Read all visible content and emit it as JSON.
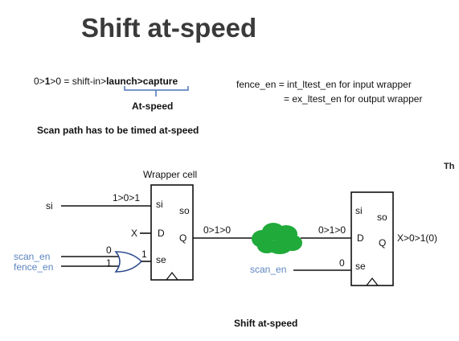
{
  "title": "Shift at-speed",
  "sequence": {
    "prefix": "0>",
    "one": "1",
    "mid": ">0 = shift-in>",
    "launch": "launch",
    "sep": ">",
    "capture": "capture"
  },
  "at_speed_label": "At-speed",
  "scan_path_note": "Scan path has to be timed at-speed",
  "fence_line1": "fence_en = int_ltest_en for input wrapper",
  "fence_line2": "= ex_ltest_en for output wrapper",
  "cutoff_text": "Th",
  "wrapper_cell_label": "Wrapper cell",
  "left_cell": {
    "si": "si",
    "so": "so",
    "d": "D",
    "q": "Q",
    "se": "se"
  },
  "right_cell": {
    "si": "si",
    "so": "so",
    "d": "D",
    "q": "Q",
    "se": "se"
  },
  "signals": {
    "si": "si",
    "si_value": "1>0>1",
    "x": "X",
    "scan_en": "scan_en",
    "fence_en": "fence_en",
    "or_in0": "0",
    "or_in1": "1",
    "or_out": "1",
    "q_out_value": "0>1>0",
    "d_in_value": "0>1>0",
    "scan_en_right": "scan_en",
    "se_right_value": "0",
    "q_right_value": "X>0>1(0)"
  },
  "colors": {
    "blue_text": "#5b84c0",
    "or_gate": "#2c4a8c",
    "cloud": "#1faa3a"
  },
  "caption": "Shift at-speed"
}
